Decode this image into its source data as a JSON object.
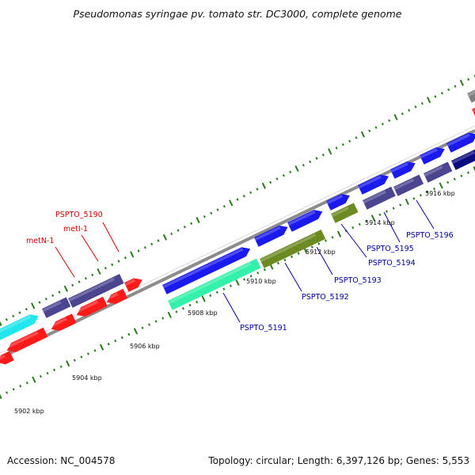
{
  "title": "Pseudomonas syringae pv. tomato str. DC3000, complete genome",
  "footer": {
    "accession": "Accession: NC_004578",
    "topology": "Topology: circular; Length: 6,397,126 bp; Genes: 5,553"
  },
  "colors": {
    "backbone": "#8c8c8c",
    "tick": "#2a7a1e",
    "tick_label": "#111111",
    "red_label": "#cc0000",
    "blue_label": "#000099",
    "gene_red": "#ff1a1a",
    "gene_cyan": "#22e6ee",
    "gene_slate": "#4b4590",
    "gene_blue": "#1a1aee",
    "gene_mint": "#33f0aa",
    "gene_olive": "#6b8a22",
    "gene_navy": "#0a0a80",
    "gene_gray": "#808080"
  },
  "tick_labels": [
    "5902 kbp",
    "5904 kbp",
    "5906 kbp",
    "5908 kbp",
    "5910 kbp",
    "5912 kbp",
    "5914 kbp",
    "5916 kbp"
  ],
  "gene_labels_left": [
    "PSPTO_5190",
    "metI-1",
    "metN-1"
  ],
  "gene_labels_right": [
    "PSPTO_5191",
    "PSPTO_5192",
    "PSPTO_5193",
    "PSPTO_5194",
    "PSPTO_5195",
    "PSPTO_5196"
  ]
}
